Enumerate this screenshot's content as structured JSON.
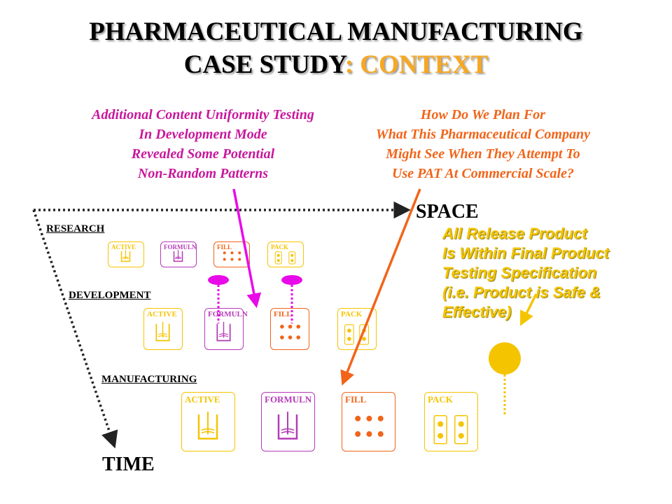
{
  "title": {
    "line1": "PHARMACEUTICAL MANUFACTURING",
    "line2_main": "CASE STUDY",
    "line2_highlight": ": CONTEXT"
  },
  "notes": {
    "left": [
      "Additional Content Uniformity Testing",
      "In Development Mode",
      "Revealed Some Potential",
      "Non-Random Patterns"
    ],
    "right": [
      "How Do We Plan For",
      "What This Pharmaceutical Company",
      "Might See When They Attempt To",
      "Use PAT At Commercial Scale?"
    ]
  },
  "axes": {
    "space": "SPACE",
    "time": "TIME"
  },
  "stages": {
    "research": "RESEARCH",
    "development": "DEVELOPMENT",
    "manufacturing": "MANUFACTURING"
  },
  "release_note": [
    "All Release Product",
    "Is Within Final Product",
    "Testing Specification",
    "(i.e. Product is Safe &",
    "Effective)"
  ],
  "process_steps": {
    "research": [
      "ACTIVE",
      "FORMULN",
      "FILL",
      "PACK"
    ],
    "development": [
      "ACTIVE",
      "FORMULN",
      "FILL",
      "PACK"
    ],
    "manufacturing": [
      "ACTIVE",
      "FORMULN",
      "FILL",
      "PACK"
    ]
  },
  "colors": {
    "active": "#f5c400",
    "formuln": "#b63ab8",
    "fill": "#f26419",
    "pack": "#f5c400",
    "magenta_arrow": "#e80ae8",
    "orange_arrow": "#f26419",
    "yellow_arrow": "#f5c400"
  }
}
